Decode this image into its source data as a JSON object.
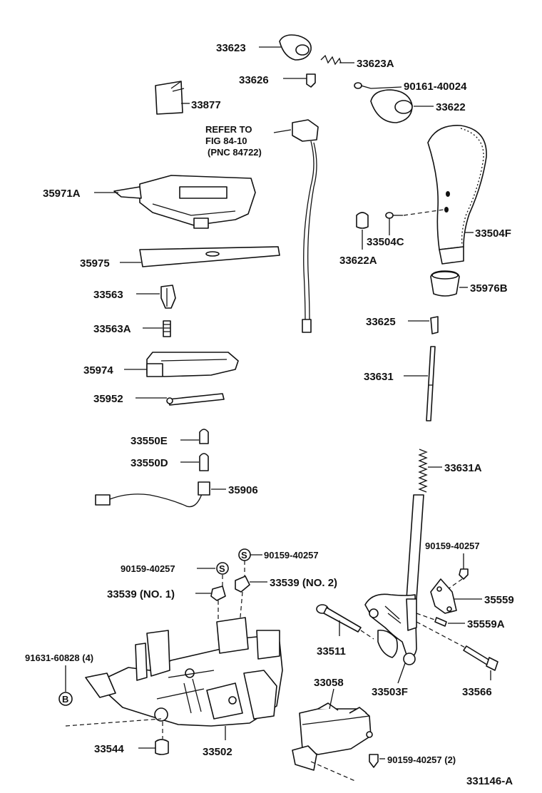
{
  "refer_note": [
    "REFER TO",
    "FIG 84-10",
    "(PNC 84722)"
  ],
  "diagram_id": "331146-A",
  "parts": {
    "p33623": "33623",
    "p33623A": "33623A",
    "p33626": "33626",
    "p90161": "90161-40024",
    "p33877": "33877",
    "p33622": "33622",
    "p35971A": "35971A",
    "p33504C": "33504C",
    "p33504F": "33504F",
    "p33622A": "33622A",
    "p35975": "35975",
    "p35976B": "35976B",
    "p33563": "33563",
    "p33563A": "33563A",
    "p33625": "33625",
    "p35974": "35974",
    "p33631": "33631",
    "p35952": "35952",
    "p33550E": "33550E",
    "p33550D": "33550D",
    "p33631A": "33631A",
    "p35906": "35906",
    "p90159a": "90159-40257",
    "p90159b": "90159-40257",
    "p90159c": "90159-40257",
    "p33539n1": "33539 (NO. 1)",
    "p33539n2": "33539 (NO. 2)",
    "p35559": "35559",
    "p35559A": "35559A",
    "p91631": "91631-60828 (4)",
    "p33511": "33511",
    "p33566": "33566",
    "p33503F": "33503F",
    "p33058": "33058",
    "p33544": "33544",
    "p33502": "33502",
    "p90159d": "90159-40257 (2)"
  },
  "markers": {
    "s": "S",
    "b": "B"
  }
}
